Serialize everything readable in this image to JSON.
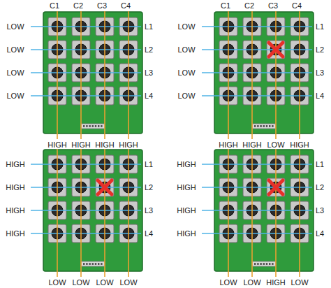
{
  "diagram": {
    "labels": [
      "C1",
      "C2",
      "C3",
      "C4",
      "LOW",
      "L1",
      "LOW",
      "L2",
      "LOW",
      "L3",
      "LOW",
      "L4",
      "HIGH",
      "HIGH",
      "HIGH",
      "HIGH",
      "C1",
      "C2",
      "C3",
      "C4",
      "LOW",
      "L1",
      "LOW",
      "L2",
      "LOW",
      "L3",
      "LOW",
      "L4",
      "HIGH",
      "HIGH",
      "LOW",
      "HIGH",
      "HIGH",
      "L1",
      "HIGH",
      "L2",
      "HIGH",
      "L3",
      "HIGH",
      "L4",
      "LOW",
      "LOW",
      "LOW",
      "LOW",
      "HIGH",
      "L1",
      "HIGH",
      "L2",
      "HIGH",
      "L3",
      "HIGH",
      "L4",
      "LOW",
      "LOW",
      "HIGH",
      "LOW"
    ]
  }
}
